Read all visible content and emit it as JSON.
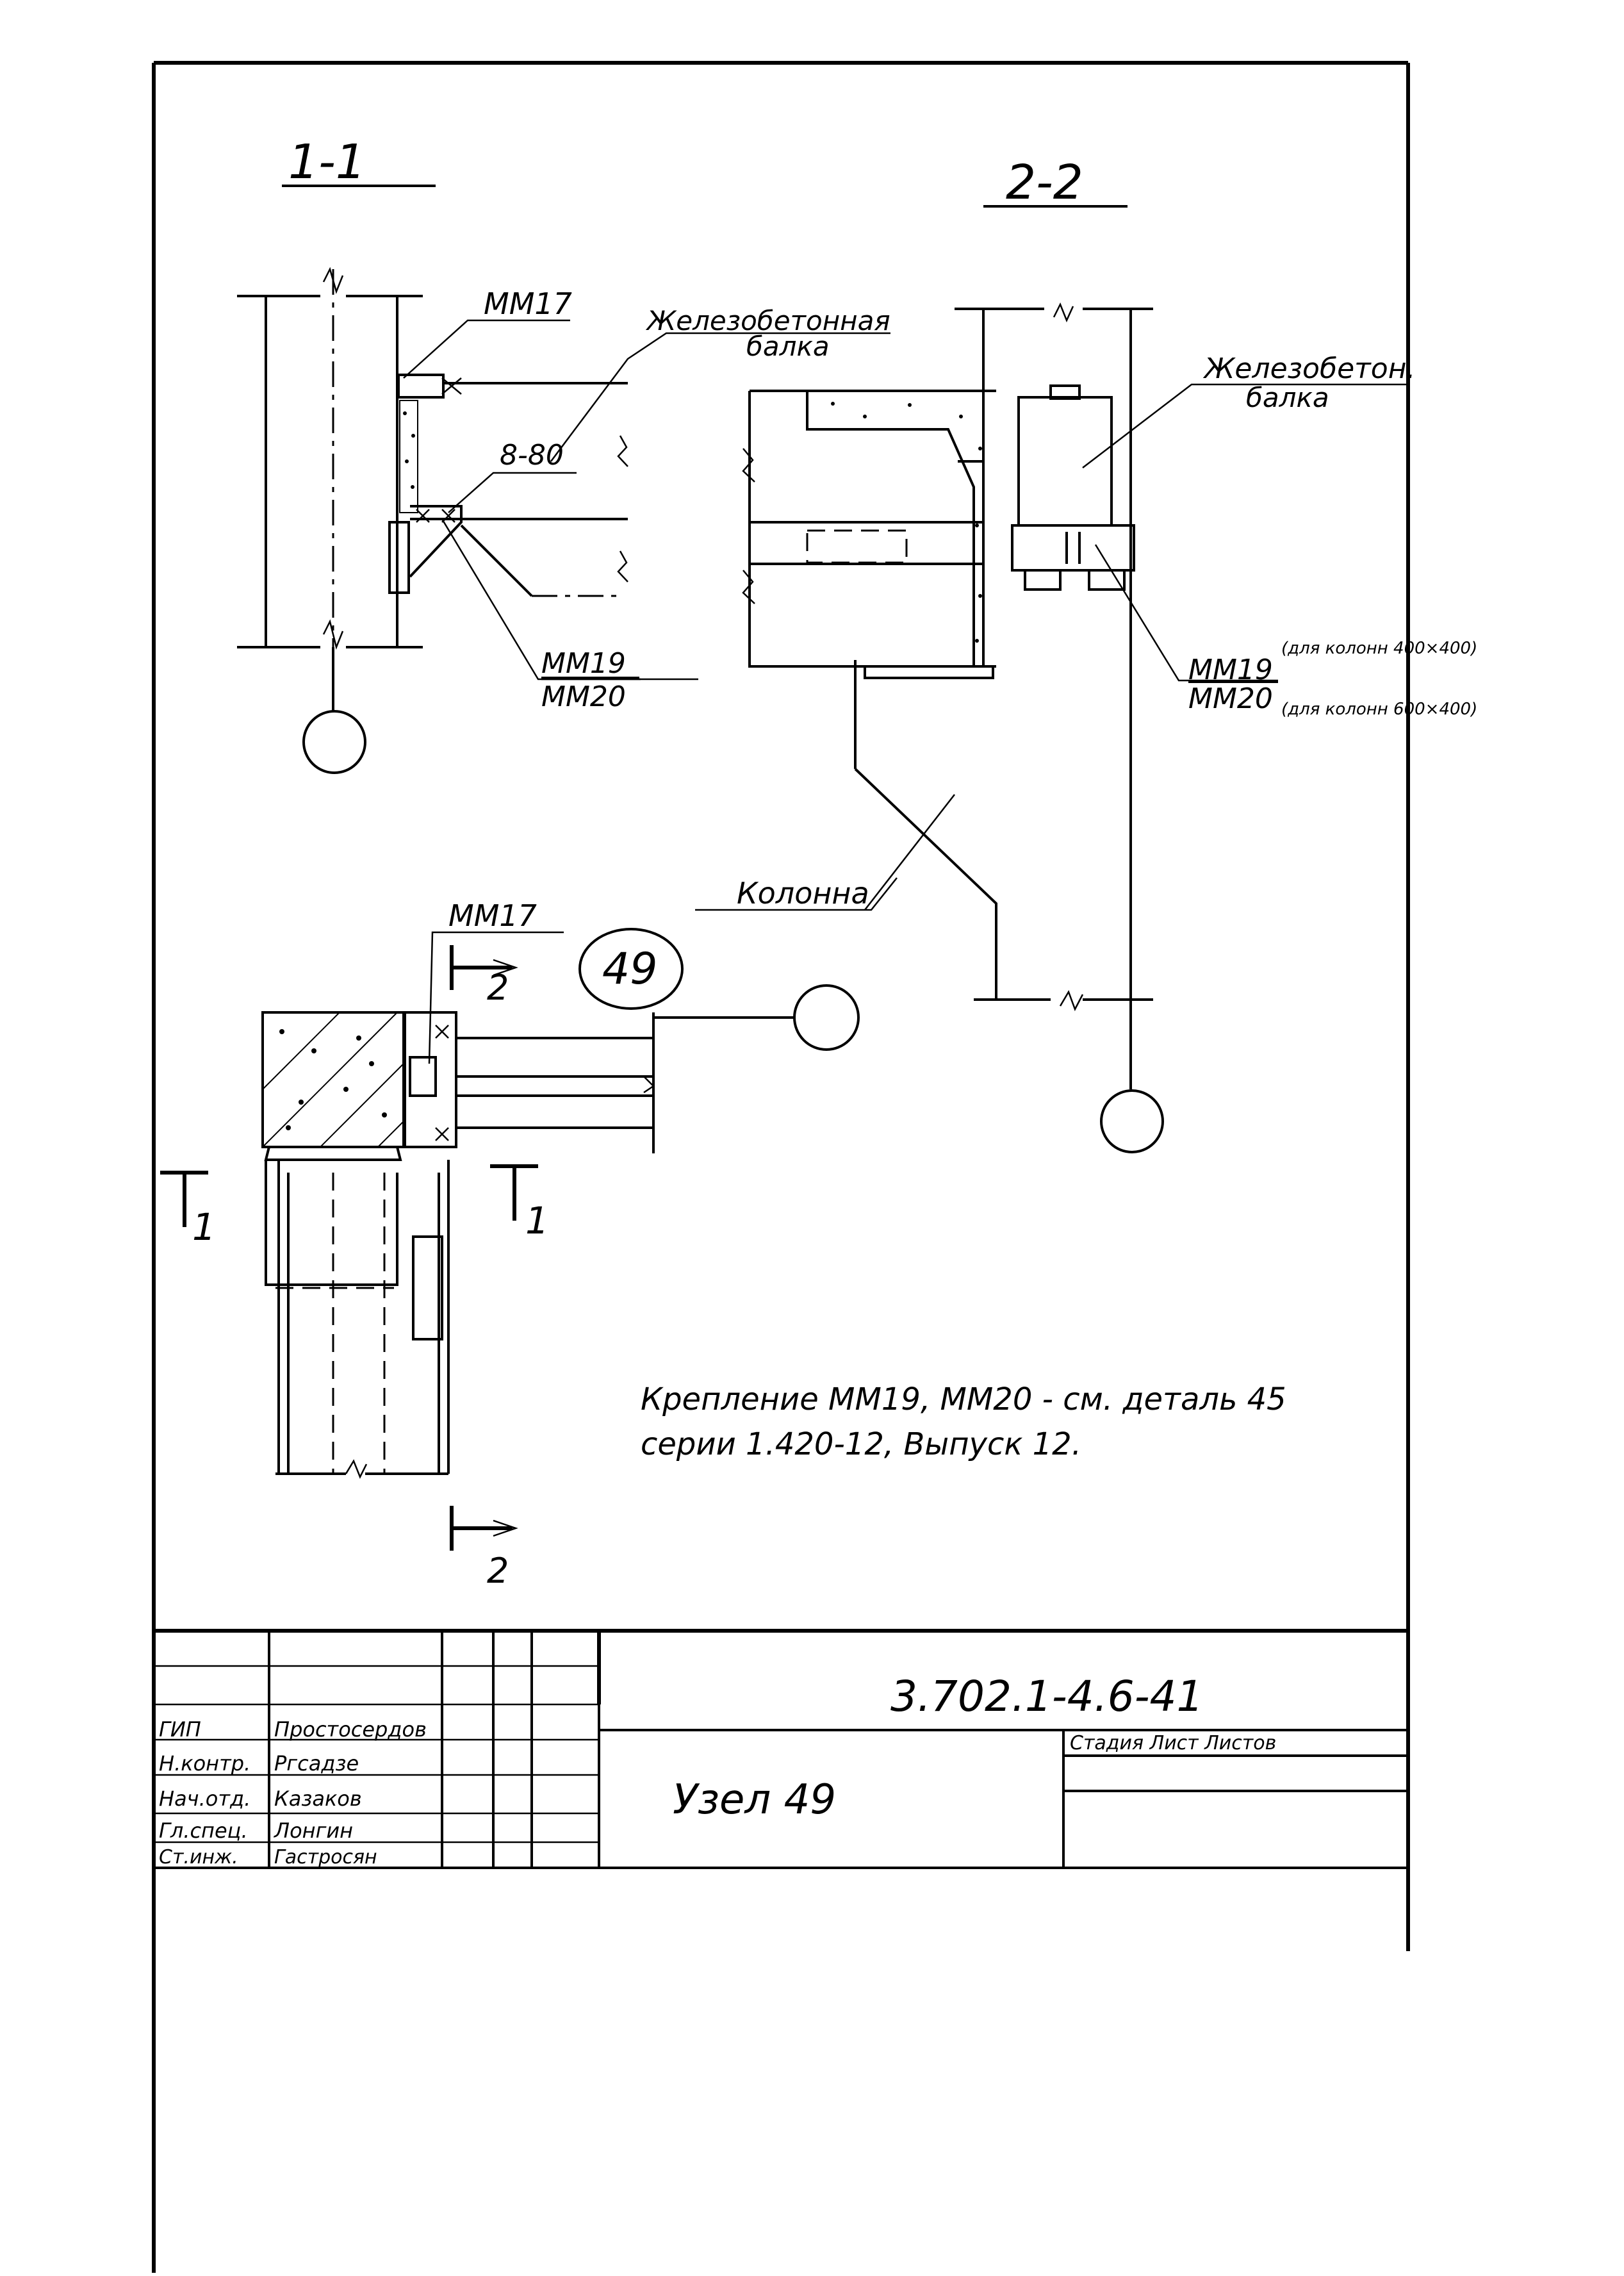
{
  "drawing": {
    "section_1_label": "1-1",
    "section_2_label": "2-2",
    "labels": {
      "mm17_top": "MM17",
      "beam_1_line1": "Железобетонная",
      "beam_1_line2": "балка",
      "spacing": "8-80",
      "mm19_left": "MM19",
      "mm20_left": "MM20",
      "beam_2_line1": "Железобетон.",
      "beam_2_line2": "балка",
      "mm19_right": "MM19",
      "mm19_note": "(для колонн 400×400)",
      "mm20_right": "MM20",
      "mm20_note": "(для колонн 600×400)",
      "column": "Колонна",
      "mm17_plan": "MM17",
      "node_number": "49",
      "cut_2_top": "2",
      "cut_2_bottom": "2",
      "cut_1_left": "1",
      "cut_1_right": "1"
    },
    "note_line1": "Крепление MM19, MM20 - см. деталь 45",
    "note_line2": "серии 1.420-12, Выпуск 12."
  },
  "title_block": {
    "code": "3.702.1-4.6-41",
    "title": "Узел 49",
    "stage_header": "Стадия Лист Листов",
    "rows": [
      {
        "role": "ГИП",
        "name": "Простосердов"
      },
      {
        "role": "Н.контр.",
        "name": "Ргсадзе"
      },
      {
        "role": "Нач.отд.",
        "name": "Казаков"
      },
      {
        "role": "Гл.спец.",
        "name": "Лонгин"
      },
      {
        "role": "Ст.инж.",
        "name": "Гастросян"
      }
    ]
  }
}
